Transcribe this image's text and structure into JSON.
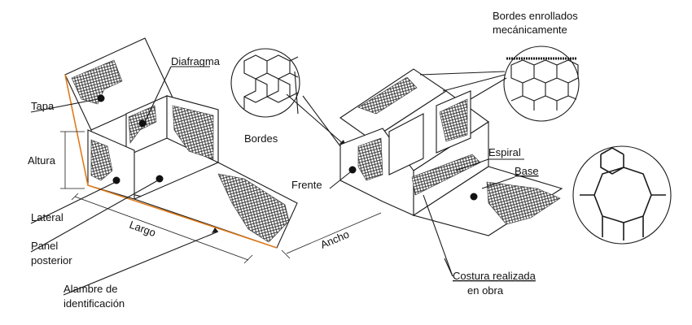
{
  "labels": {
    "bordes_enrollados": [
      "Bordes enrollados",
      "mecánicamente"
    ],
    "diafragma": "Diafragma",
    "tapa": "Tapa",
    "bordes": "Bordes",
    "altura": "Altura",
    "espiral": "Espiral",
    "base": "Base",
    "frente": "Frente",
    "lateral": "Lateral",
    "panel_posterior": [
      "Panel",
      "posterior"
    ],
    "largo": "Largo",
    "ancho": "Ancho",
    "costura": [
      "Costura realizada",
      "en obra"
    ],
    "alambre": [
      "Alambre de",
      "identificación"
    ]
  },
  "colors": {
    "line": "#1a1a1a",
    "identification_wire": "#e07b1a",
    "mesh": "#2b2b2b",
    "background": "#ffffff"
  }
}
